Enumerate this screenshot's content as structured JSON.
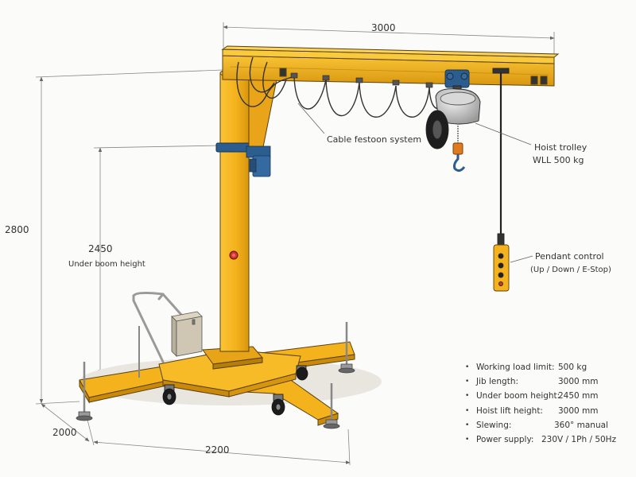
{
  "dimensions": {
    "jib_length": "3000",
    "total_height": "2800",
    "under_boom_height": "2450",
    "under_boom_caption": "Under boom height",
    "base_depth": "2000",
    "base_width": "2200"
  },
  "callouts": {
    "cable_festoon": "Cable festoon system",
    "hoist_trolley": "Hoist trolley",
    "hoist_wll": "WLL 500 kg",
    "pendant_control": "Pendant control",
    "pendant_functions": "(Up / Down / E-Stop)"
  },
  "specs": [
    {
      "label": "Working load limit:",
      "value": "500 kg"
    },
    {
      "label": "Jib length:",
      "value": "3000 mm"
    },
    {
      "label": "Under boom height:",
      "value": "2450 mm"
    },
    {
      "label": "Hoist lift height:",
      "value": "3000 mm"
    },
    {
      "label": "Slewing:",
      "value": "360° manual"
    },
    {
      "label": "Power supply:",
      "value": "230V / 1Ph / 50Hz"
    }
  ],
  "colors": {
    "crane_yellow": "#f4b21c",
    "crane_shadow": "#c98a0c",
    "bracket_blue": "#2c5d8f",
    "cable_dark": "#333333",
    "dimension_gray": "#8a8a8a",
    "stop_red": "#d9342b"
  },
  "icons": [
    "mobile-jib-crane-illustration",
    "hoist-trolley-icon",
    "pendant-control-icon",
    "castor-wheel-icon",
    "leveling-foot-icon"
  ]
}
